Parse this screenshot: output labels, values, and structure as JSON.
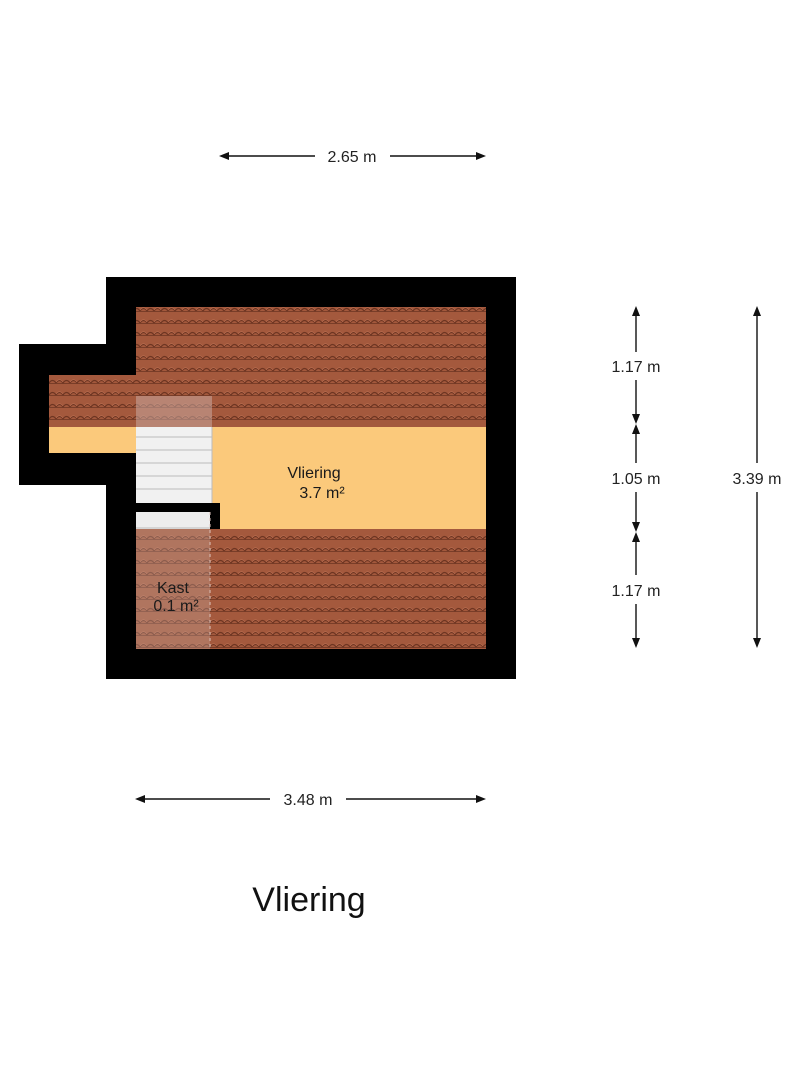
{
  "title": "Vliering",
  "colors": {
    "wall": "#000000",
    "roof_tile": "#a4593d",
    "roof_tile_line": "#6e3522",
    "roof_tile_hi": "#c47657",
    "floor": "#fbc97b",
    "stair": "#f1f1f1",
    "stair_line": "#bcbcbc"
  },
  "rooms": [
    {
      "name": "Vliering",
      "area": "3.7 m²"
    },
    {
      "name": "Kast",
      "area": "0.1 m²"
    }
  ],
  "dimensions": {
    "top_width": "2.65 m",
    "bottom_width": "3.48 m",
    "right_segments": [
      "1.17 m",
      "1.05 m",
      "1.17 m"
    ],
    "right_total": "3.39 m"
  },
  "icons": [
    "staircase-icon",
    "roof-tile-pattern"
  ]
}
